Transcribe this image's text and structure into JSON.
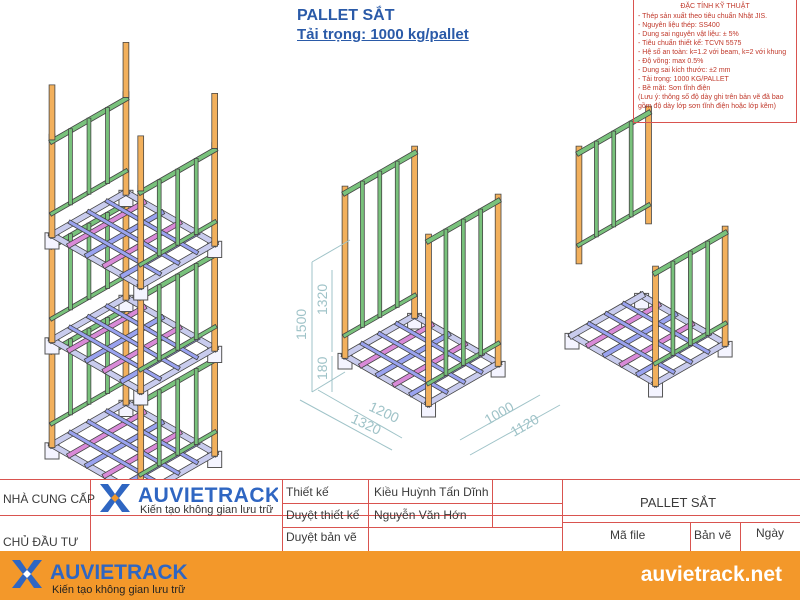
{
  "header": {
    "title": "PALLET SẮT",
    "subtitle": "Tải trọng: 1000 kg/pallet"
  },
  "specs": {
    "heading": "ĐẶC TÍNH KỸ THUẬT",
    "lines": [
      "- Thép sản xuất theo tiêu chuẩn Nhật JIS.",
      "- Nguyên liệu thép: SS400",
      "- Dung sai nguyên vật liệu: ± 5%",
      "- Tiêu chuẩn thiết kế: TCVN 5575",
      "- Hệ số an toàn: k=1.2 với beam, k=2 với khung",
      "- Độ võng: max 0.5%",
      "- Dung sai kích thước: ±2 mm",
      "- Tải trọng: 1000 KG/PALLET",
      "- Bề mặt: Sơn tĩnh điện",
      "(Lưu ý: thông số độ dày ghi trên bản vẽ đã bao",
      "gồm độ dày lớp sơn tĩnh điện hoặc lớp kẽm)"
    ]
  },
  "dimensions": {
    "overall_height": "1500",
    "post_height": "1320",
    "foot_height": "180",
    "length_inner": "1200",
    "length_outer": "1320",
    "width_inner": "1000",
    "width_outer": "1120"
  },
  "title_block": {
    "supplier_label": "NHÀ CUNG CẤP",
    "investor_label": "CHỦ ĐẦU TƯ",
    "design_label": "Thiết kế",
    "design_name": "Kiều Huỳnh Tấn Dĩnh",
    "design_approve_label": "Duyệt thiết kế",
    "design_approve_name": "Nguyễn Văn Hớn",
    "drawing_approve_label": "Duyệt bản vẽ",
    "project_title": "PALLET SẮT",
    "file_code_label": "Mã file",
    "drawing_no_label": "Bản vẽ",
    "date_label": "Ngày"
  },
  "brand": {
    "name": "AUVIETRACK",
    "tagline": "Kiến tạo không gian lưu trữ",
    "url": "auvietrack.net"
  },
  "colors": {
    "post": "#f2b05c",
    "frame": "#79c27c",
    "beam": "#9aa3f0",
    "beam_accent": "#d98ad8",
    "base": "#c9ccee",
    "accent_red": "#d9534f",
    "brand_blue": "#2f66c2",
    "footer_orange": "#f3982a"
  }
}
